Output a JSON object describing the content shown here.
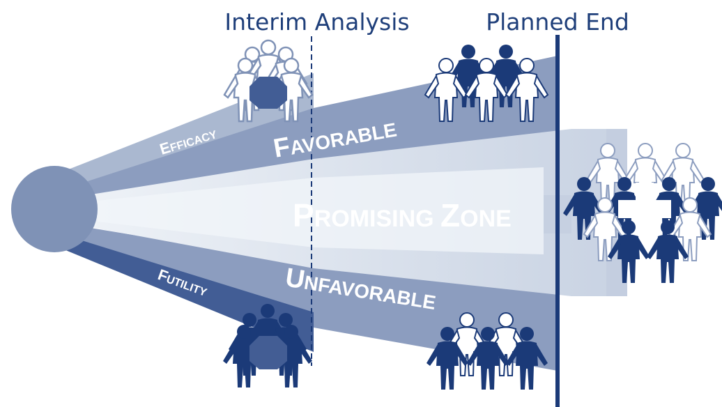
{
  "headers": {
    "interim": "Interim Analysis",
    "planned_end": "Planned End"
  },
  "zones": {
    "efficacy": {
      "first": "E",
      "rest": "FFICACY"
    },
    "futility": {
      "first": "F",
      "rest": "UTILITY"
    },
    "favorable": {
      "first": "F",
      "rest": "AVORABLE"
    },
    "unfavorable": {
      "first": "U",
      "rest": "NFAVORABLE"
    },
    "promising": {
      "first1": "P",
      "rest1": "ROMISING ",
      "first2": "Z",
      "rest2": "ONE"
    }
  },
  "colors": {
    "navy": "#1b3a78",
    "header_text": "#1f3f7a",
    "efficacy_band": "#a9b7cf",
    "favorable_band": "#8798ba",
    "promising_band": "#d7dfea",
    "unfavorable_band": "#8798ba",
    "futility_band": "#435d94",
    "hub": "#7f92b6",
    "outline_person": "#ffffff"
  },
  "icons": [
    "interim-efficacy-people-icon",
    "interim-futility-people-icon",
    "favorable-people-icon",
    "unfavorable-people-icon",
    "promising-zone-people-icon",
    "medical-cross-icon"
  ]
}
